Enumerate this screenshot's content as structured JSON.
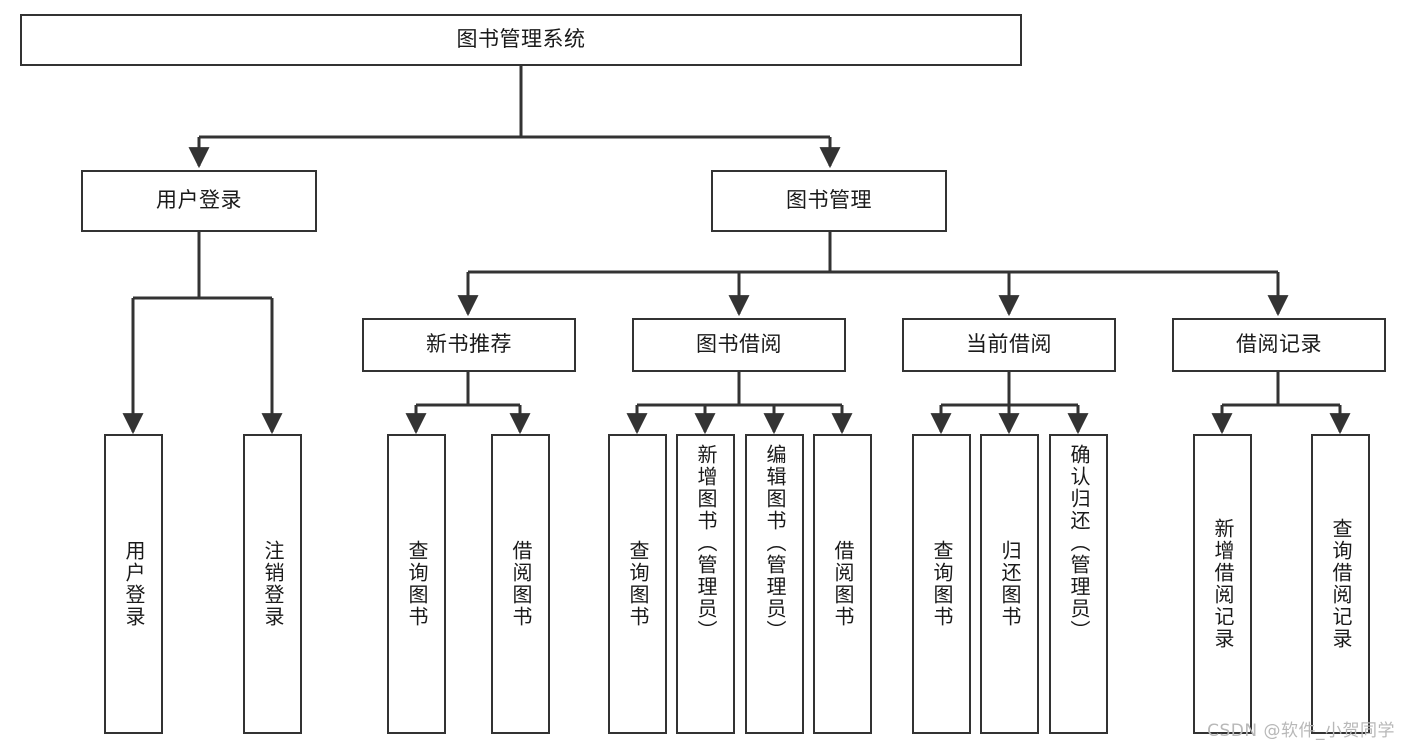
{
  "diagram": {
    "title": "图书管理系统",
    "watermark": "CSDN @软件_小贺同学",
    "line_color": "#333333",
    "box_fill": "#ffffff",
    "text_color": "#1a1a1a",
    "watermark_color": "#b8b8b8",
    "root": {
      "label": "图书管理系统",
      "orientation": "horizontal"
    },
    "level2": [
      {
        "label": "用户登录",
        "orientation": "horizontal"
      },
      {
        "label": "图书管理",
        "orientation": "horizontal"
      }
    ],
    "level3": [
      {
        "label": "新书推荐",
        "orientation": "horizontal"
      },
      {
        "label": "图书借阅",
        "orientation": "horizontal"
      },
      {
        "label": "当前借阅",
        "orientation": "horizontal"
      },
      {
        "label": "借阅记录",
        "orientation": "horizontal"
      }
    ],
    "leaves": {
      "user_login": [
        {
          "label": "用户登录",
          "orientation": "vertical"
        },
        {
          "label": "注销登录",
          "orientation": "vertical"
        }
      ],
      "new_book_recommend": [
        {
          "label": "查询图书",
          "orientation": "vertical"
        },
        {
          "label": "借阅图书",
          "orientation": "vertical"
        }
      ],
      "book_borrow": [
        {
          "label": "查询图书",
          "orientation": "vertical"
        },
        {
          "label": "新增图书（管理员）",
          "orientation": "vertical"
        },
        {
          "label": "编辑图书（管理员）",
          "orientation": "vertical"
        },
        {
          "label": "借阅图书",
          "orientation": "vertical"
        }
      ],
      "current_borrow": [
        {
          "label": "查询图书",
          "orientation": "vertical"
        },
        {
          "label": "归还图书",
          "orientation": "vertical"
        },
        {
          "label": "确认归还（管理员）",
          "orientation": "vertical"
        }
      ],
      "borrow_record": [
        {
          "label": "新增借阅记录",
          "orientation": "vertical"
        },
        {
          "label": "查询借阅记录",
          "orientation": "vertical"
        }
      ]
    }
  }
}
